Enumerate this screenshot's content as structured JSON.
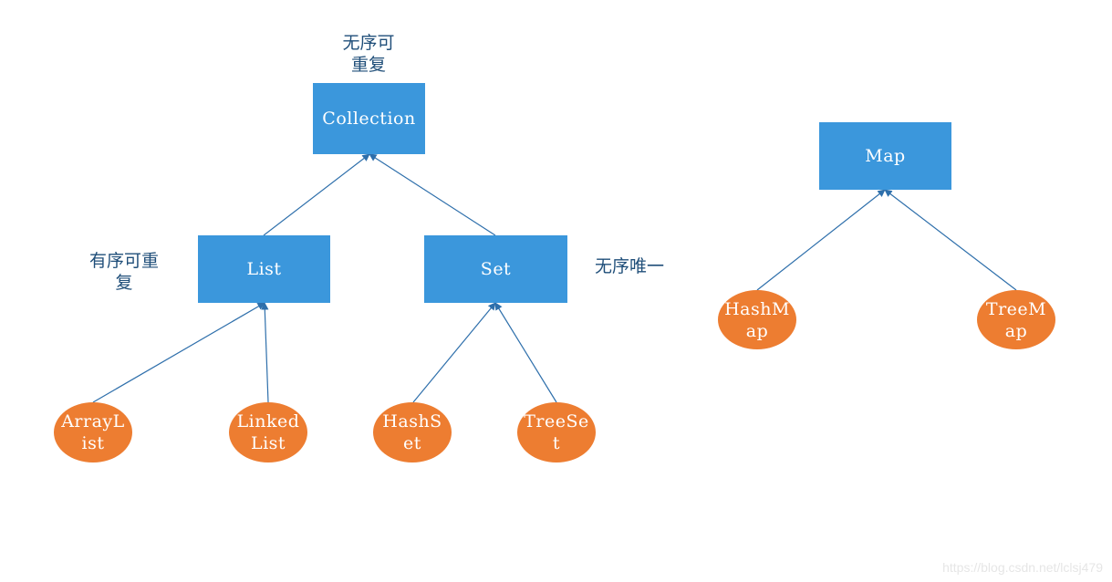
{
  "nodes": {
    "collection": "Collection",
    "list": "List",
    "set": "Set",
    "map": "Map",
    "arraylist": "ArrayList",
    "linkedlist": "LinkedList",
    "hashset": "HashSet",
    "treeset": "TreeSet",
    "hashmap": "HashMap",
    "treemap": "TreeMap"
  },
  "labels": {
    "collection_note": "无序可重复",
    "list_note": "有序可重复",
    "set_note": "无序唯一"
  },
  "watermark": "https://blog.csdn.net/lclsj479",
  "colors": {
    "interface_fill": "#3b97dc",
    "class_fill": "#ed7d31",
    "edge": "#2e6fab",
    "note_text": "#1f4e79"
  }
}
